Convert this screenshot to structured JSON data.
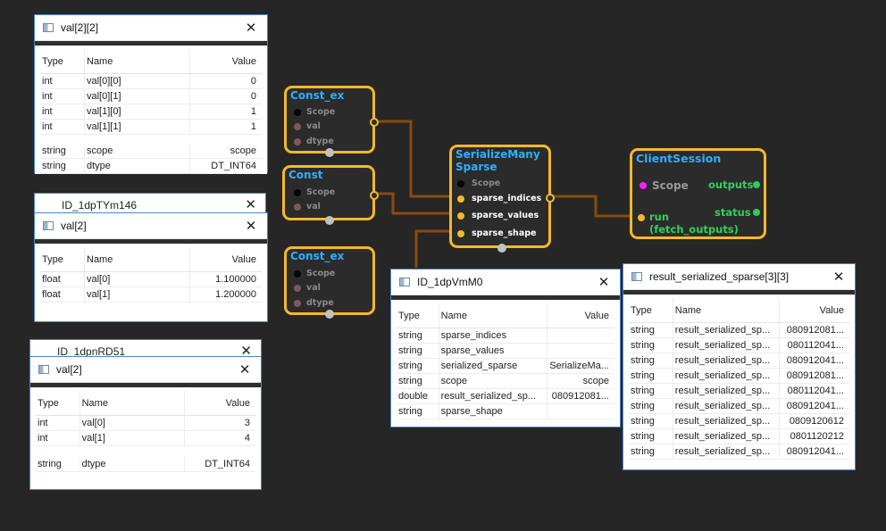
{
  "graph": {
    "nodes": {
      "const_ex_1": {
        "title": "Const_ex",
        "ports": [
          "Scope",
          "val",
          "dtype"
        ]
      },
      "const": {
        "title": "Const",
        "ports": [
          "Scope",
          "val"
        ]
      },
      "const_ex_2": {
        "title": "Const_ex",
        "ports": [
          "Scope",
          "val",
          "dtype"
        ]
      },
      "serialize": {
        "title_line1": "SerializeMany",
        "title_line2": "Sparse",
        "ports": [
          "Scope",
          "sparse_indices",
          "sparse_values",
          "sparse_shape"
        ]
      },
      "client_session": {
        "title": "ClientSession",
        "scope": "Scope",
        "outputs": "outputs",
        "status": "status",
        "run_line1": "run",
        "run_line2": "(fetch_outputs)"
      }
    },
    "colors": {
      "node_border": "#f5b82a",
      "title": "#2bb0ff",
      "wire": "#8a4a10",
      "background": "#262626"
    }
  },
  "windows": {
    "w1": {
      "title": "val[2][2]",
      "columns": [
        "Type",
        "Name",
        "Value"
      ],
      "rows": [
        [
          "int",
          "val[0][0]",
          "0"
        ],
        [
          "int",
          "val[0][1]",
          "0"
        ],
        [
          "int",
          "val[1][0]",
          "1"
        ],
        [
          "int",
          "val[1][1]",
          "1"
        ]
      ],
      "behind_rows": [
        [
          "string",
          "scope",
          "scope"
        ],
        [
          "string",
          "dtype",
          "DT_INT64"
        ]
      ]
    },
    "w2": {
      "behind_title": "ID_1dpTYm146",
      "title": "val[2]",
      "columns": [
        "Type",
        "Name",
        "Value"
      ],
      "rows": [
        [
          "float",
          "val[0]",
          "1.100000"
        ],
        [
          "float",
          "val[1]",
          "1.200000"
        ]
      ]
    },
    "w3": {
      "behind_title": "ID_1dpnRD51",
      "title": "val[2]",
      "columns": [
        "Type",
        "Name",
        "Value"
      ],
      "rows": [
        [
          "int",
          "val[0]",
          "3"
        ],
        [
          "int",
          "val[1]",
          "4"
        ]
      ],
      "behind_rows": [
        [
          "string",
          "dtype",
          "DT_INT64"
        ]
      ]
    },
    "w4": {
      "title": "ID_1dpVmM0",
      "columns": [
        "Type",
        "Name",
        "Value"
      ],
      "rows": [
        [
          "string",
          "sparse_indices",
          ""
        ],
        [
          "string",
          "sparse_values",
          ""
        ],
        [
          "string",
          "serialized_sparse",
          "SerializeMa..."
        ],
        [
          "string",
          "scope",
          "scope"
        ],
        [
          "double",
          "result_serialized_sp...",
          "080912081..."
        ],
        [
          "string",
          "sparse_shape",
          ""
        ]
      ]
    },
    "w5": {
      "title": "result_serialized_sparse[3][3]",
      "columns": [
        "Type",
        "Name",
        "Value"
      ],
      "rows": [
        [
          "string",
          "result_serialized_sp...",
          "080912081..."
        ],
        [
          "string",
          "result_serialized_sp...",
          "080112041..."
        ],
        [
          "string",
          "result_serialized_sp...",
          "080912041..."
        ],
        [
          "string",
          "result_serialized_sp...",
          "080912081..."
        ],
        [
          "string",
          "result_serialized_sp...",
          "080112041..."
        ],
        [
          "string",
          "result_serialized_sp...",
          "080912041..."
        ],
        [
          "string",
          "result_serialized_sp...",
          "0809120612"
        ],
        [
          "string",
          "result_serialized_sp...",
          "0801120212"
        ],
        [
          "string",
          "result_serialized_sp...",
          "080912041..."
        ]
      ]
    }
  },
  "icons": {
    "window": "window-icon",
    "close": "close-icon"
  }
}
